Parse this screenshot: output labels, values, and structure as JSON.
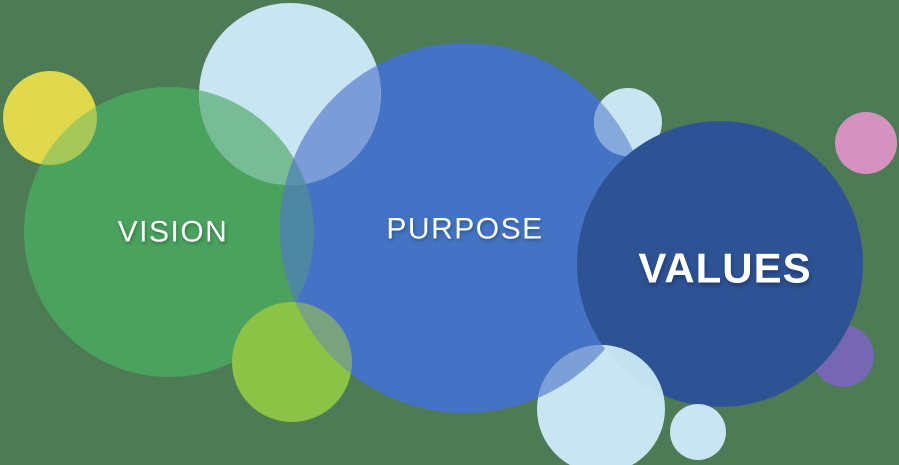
{
  "diagram": {
    "title": "Vision Purpose Values bubble diagram",
    "labels": {
      "vision": "VISION",
      "purpose": "PURPOSE",
      "values": "VALUES"
    },
    "colors": {
      "background": "#4d7b55",
      "vision_green": "#4aa25e",
      "purpose_blue": "#4473c5",
      "values_navy": "#2e5395",
      "yellow_accent": "#dfd94b",
      "lime_accent": "#8cc246",
      "sky_accent": "#c9e5f2",
      "pink_accent": "#d592bf",
      "purple_accent": "#7567b2"
    }
  }
}
